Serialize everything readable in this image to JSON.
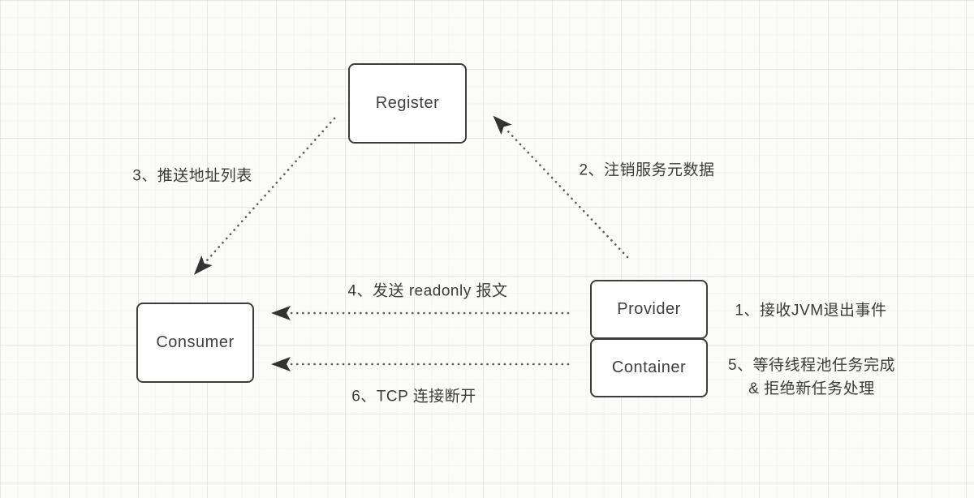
{
  "diagram": {
    "description": "Dubbo graceful shutdown sequence diagram on grid paper"
  },
  "nodes": {
    "register": {
      "label": "Register"
    },
    "consumer": {
      "label": "Consumer"
    },
    "provider": {
      "label": "Provider"
    },
    "container": {
      "label": "Container"
    }
  },
  "steps": {
    "step1": "1、接收JVM退出事件",
    "step2": "2、注销服务元数据",
    "step3": "3、推送地址列表",
    "step4": "4、发送 readonly 报文",
    "step5_line1": "5、等待线程池任务完成",
    "step5_line2": "& 拒绝新任务处理",
    "step6": "6、TCP 连接断开"
  },
  "edges": [
    {
      "from": "provider",
      "to": "register",
      "step": "step2",
      "style": "dotted-arrow"
    },
    {
      "from": "register",
      "to": "consumer",
      "step": "step3",
      "style": "dotted-arrow"
    },
    {
      "from": "provider",
      "to": "consumer",
      "step": "step4",
      "style": "dotted-arrow"
    },
    {
      "from": "container",
      "to": "consumer",
      "step": "step6",
      "style": "dotted-arrow"
    }
  ],
  "colors": {
    "background": "#fbfbf9",
    "node_border": "#3d3d3d",
    "node_fill": "#ffffff",
    "text": "#3b3b3b",
    "edge_dots": "#5a5a5a",
    "arrowhead": "#333333"
  }
}
